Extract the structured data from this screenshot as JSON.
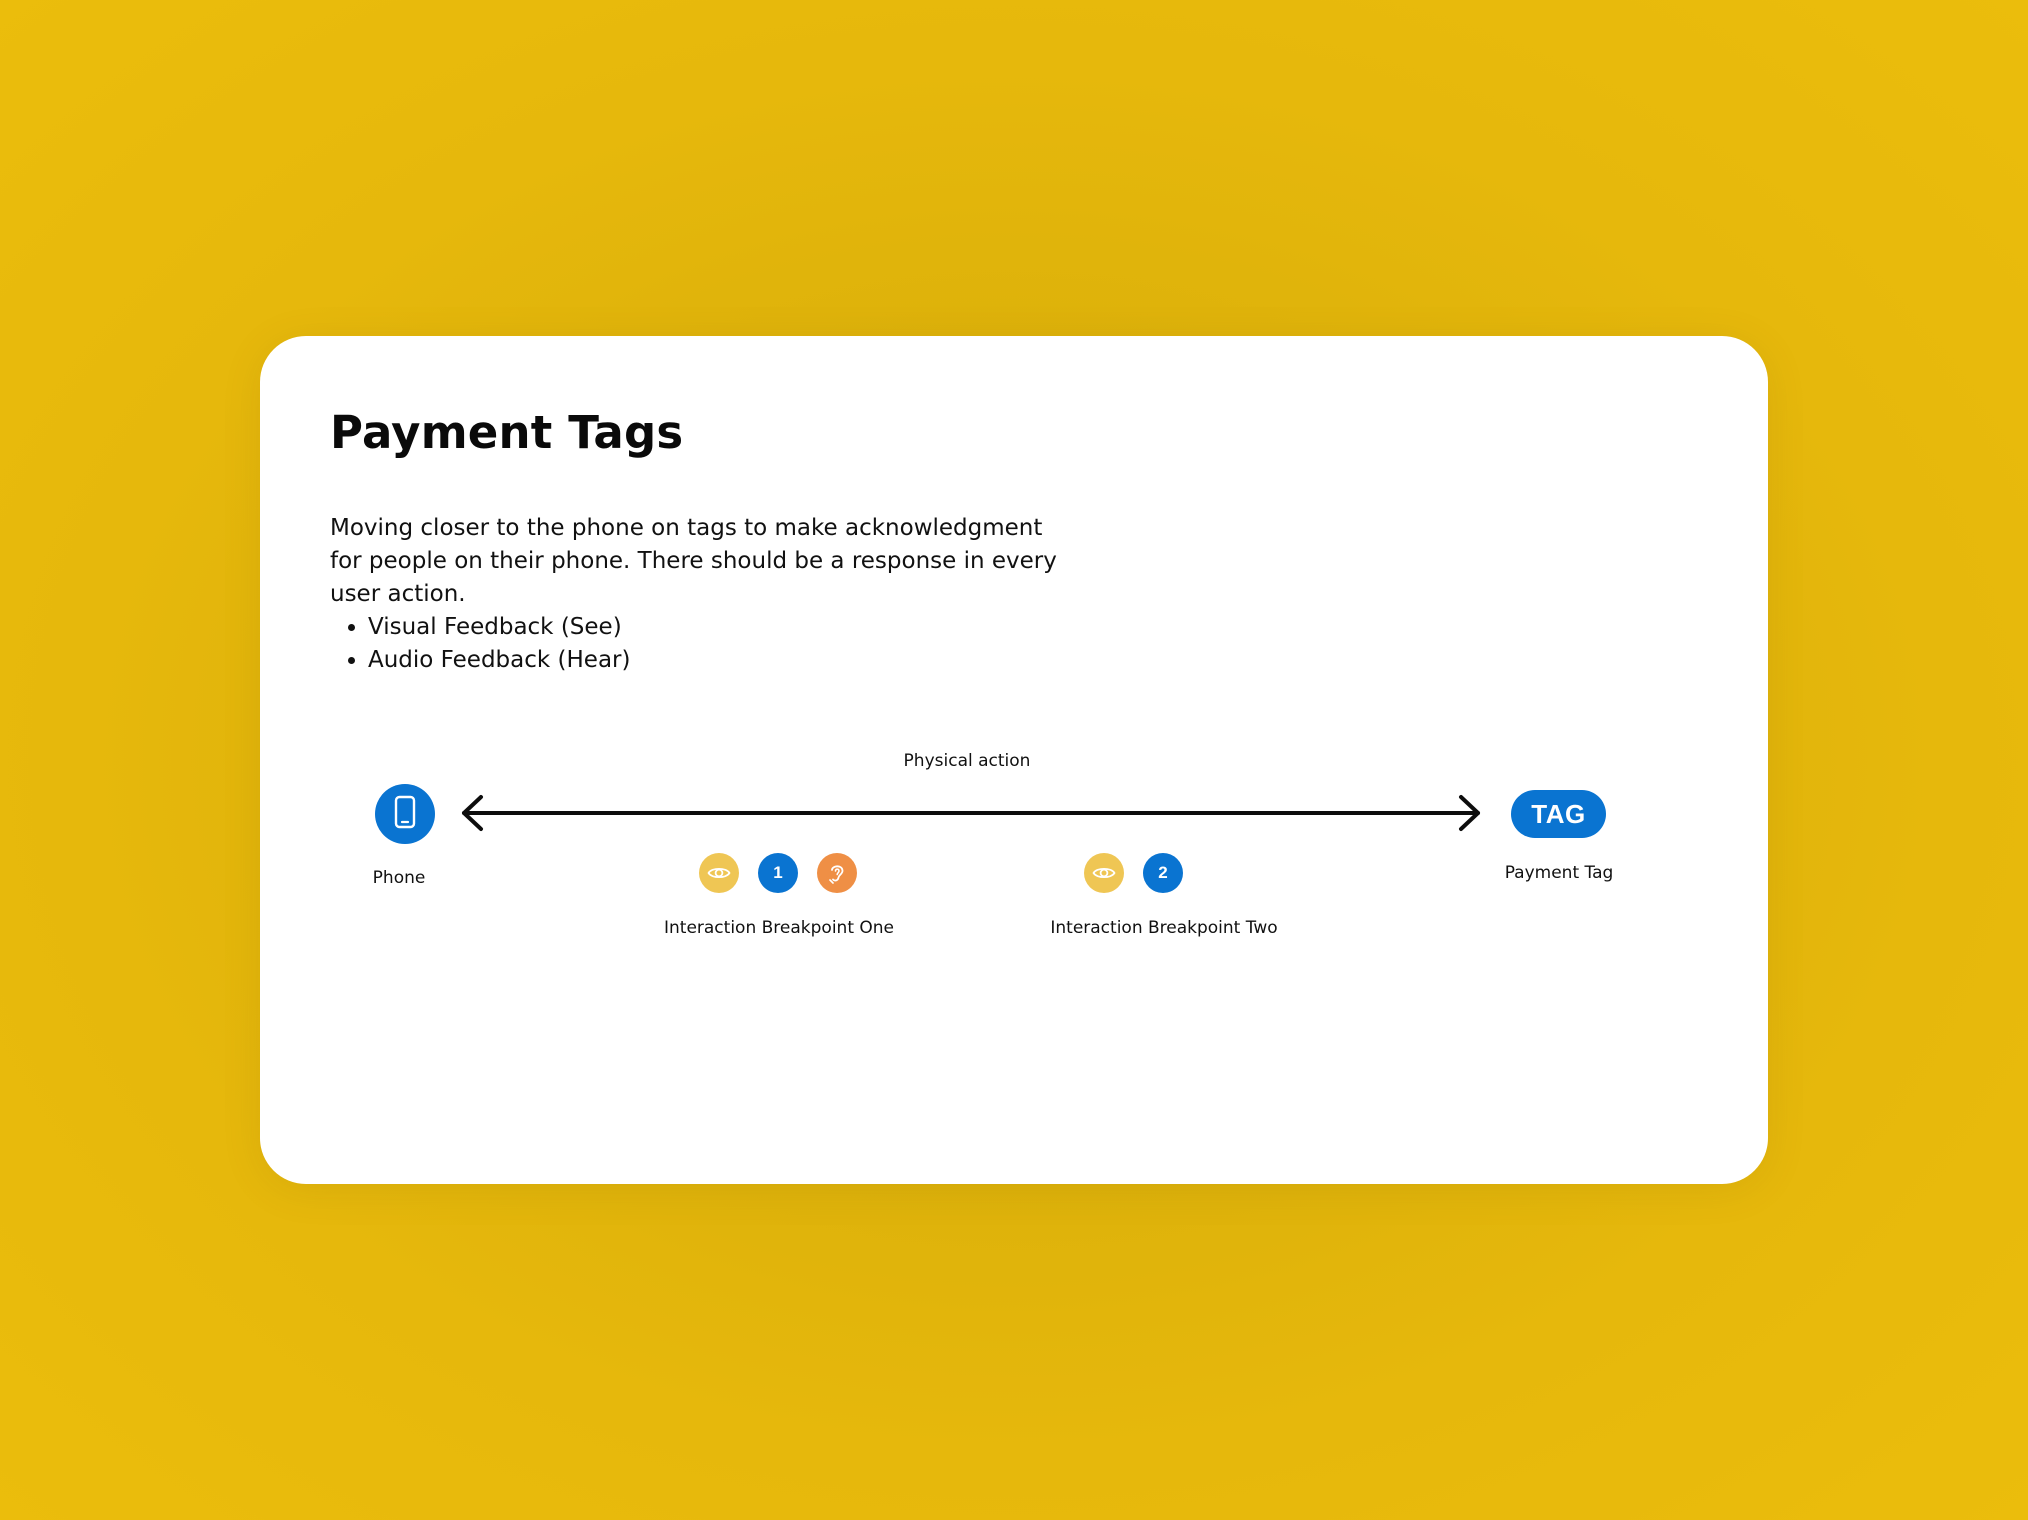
{
  "colors": {
    "background": "#e6b80c",
    "card": "#ffffff",
    "primary_blue": "#0a74d1",
    "eye_yellow": "#efc654",
    "ear_orange": "#ef8f45",
    "text": "#111111"
  },
  "title": "Payment Tags",
  "description": {
    "paragraph": "Moving closer to the phone on tags to make acknowledgment for people on their phone. There should be a response in every user action.",
    "bullets": [
      "Visual Feedback (See)",
      "Audio Feedback (Hear)"
    ]
  },
  "diagram": {
    "axis_label": "Physical action",
    "phone": {
      "icon": "phone-icon",
      "label": "Phone"
    },
    "tag": {
      "badge_text": "TAG",
      "label": "Payment Tag"
    },
    "breakpoints": [
      {
        "label": "Interaction Breakpoint One",
        "number": "1",
        "icons": [
          "eye-icon",
          "number-badge",
          "ear-icon"
        ]
      },
      {
        "label": "Interaction Breakpoint Two",
        "number": "2",
        "icons": [
          "eye-icon",
          "number-badge"
        ]
      }
    ]
  }
}
